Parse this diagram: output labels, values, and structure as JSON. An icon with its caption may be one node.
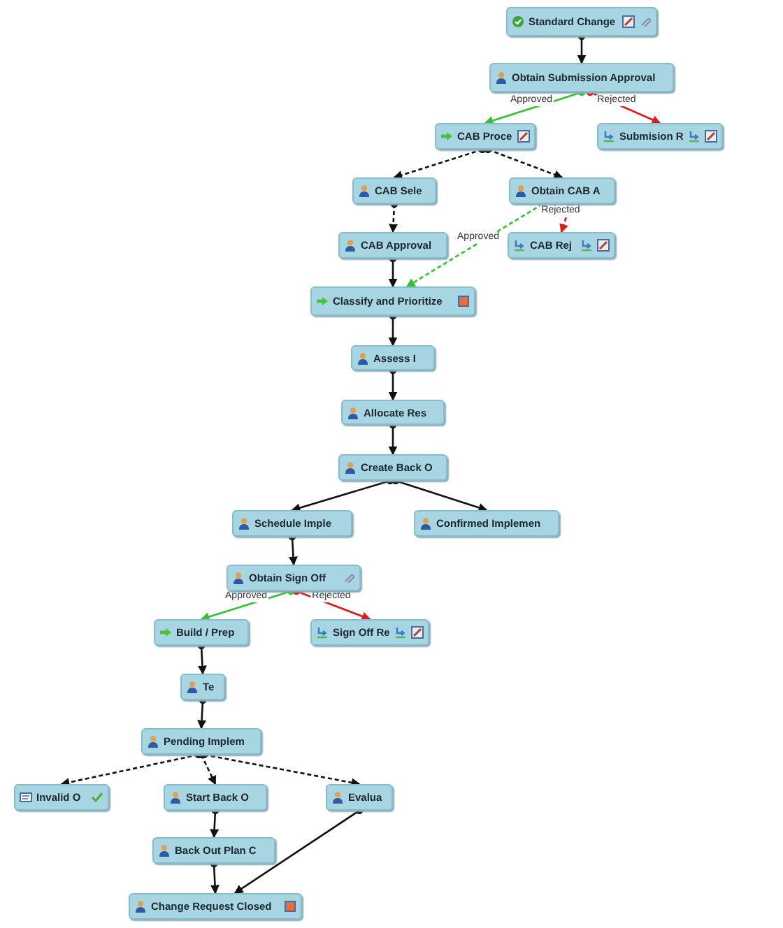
{
  "diagram": {
    "nodes": [
      {
        "text": [
          "Standard Change"
        ]
      },
      {
        "text": [
          "Obtain Submission Approval"
        ]
      },
      {
        "text": [
          "CAB Proce"
        ]
      },
      {
        "text": [
          "Submision R"
        ]
      },
      {
        "text": [
          "CAB Sele"
        ]
      },
      {
        "text": [
          "Obtain CAB A"
        ]
      },
      {
        "text": [
          "CAB Approval"
        ]
      },
      {
        "text": [
          "CAB Rej"
        ]
      },
      {
        "text": [
          "Classify and Prioritize"
        ]
      },
      {
        "text": [
          "Assess I"
        ]
      },
      {
        "text": [
          "Allocate Res"
        ]
      },
      {
        "text": [
          "Create Back O"
        ]
      },
      {
        "text": [
          "Schedule Imple"
        ]
      },
      {
        "text": [
          "Confirmed Implemen"
        ]
      },
      {
        "text": [
          "Obtain Sign Off"
        ]
      },
      {
        "text": [
          "Build / Prep"
        ]
      },
      {
        "text": [
          "Sign Off Re"
        ]
      },
      {
        "text": [
          "Te"
        ]
      },
      {
        "text": [
          "Pending Implem"
        ]
      },
      {
        "text": [
          "Invalid O"
        ]
      },
      {
        "text": [
          "Start Back O"
        ]
      },
      {
        "text": [
          "Evalua"
        ]
      },
      {
        "text": [
          "Back Out Plan C"
        ]
      },
      {
        "text": [
          "Change Request Closed"
        ]
      }
    ],
    "edges": [
      {
        "from": 0,
        "to": 1,
        "arrow": "to"
      },
      {
        "from": 1,
        "to": 2,
        "arrow": "to",
        "label": "Approved",
        "color": "#2ec52e"
      },
      {
        "from": 1,
        "to": 3,
        "arrow": "to",
        "label": "Rejected",
        "color": "#e01b1b"
      },
      {
        "from": 2,
        "to": 4,
        "arrow": "to",
        "style": "dashed"
      },
      {
        "from": 2,
        "to": 5,
        "arrow": "to",
        "style": "dashed"
      },
      {
        "from": 4,
        "to": 6,
        "arrow": "to",
        "style": "dashed"
      },
      {
        "from": 5,
        "to": 7,
        "arrow": "to",
        "label": "Rejected",
        "style": "dashed",
        "color": "#e01b1b"
      },
      {
        "from": 5,
        "to": 8,
        "arrow": "to",
        "label": "Approved",
        "style": "dashed",
        "color": "#2ec52e"
      },
      {
        "from": 6,
        "to": 8,
        "arrow": "to"
      },
      {
        "from": 8,
        "to": 9,
        "arrow": "to"
      },
      {
        "from": 9,
        "to": 10,
        "arrow": "to"
      },
      {
        "from": 10,
        "to": 11,
        "arrow": "to"
      },
      {
        "from": 11,
        "to": 12,
        "arrow": "to"
      },
      {
        "from": 11,
        "to": 13,
        "arrow": "to"
      },
      {
        "from": 12,
        "to": 14,
        "arrow": "to"
      },
      {
        "from": 14,
        "to": 15,
        "arrow": "to",
        "label": "Approved",
        "color": "#2ec52e"
      },
      {
        "from": 14,
        "to": 16,
        "arrow": "to",
        "label": "Rejected",
        "color": "#e01b1b"
      },
      {
        "from": 15,
        "to": 17,
        "arrow": "to"
      },
      {
        "from": 17,
        "to": 18,
        "arrow": "to"
      },
      {
        "from": 18,
        "to": 19,
        "arrow": "to",
        "style": "dashed"
      },
      {
        "from": 18,
        "to": 20,
        "arrow": "to",
        "style": "dashed"
      },
      {
        "from": 18,
        "to": 21,
        "arrow": "to",
        "style": "dashed"
      },
      {
        "from": 20,
        "to": 22,
        "arrow": "to"
      },
      {
        "from": 22,
        "to": 23,
        "arrow": "to"
      },
      {
        "from": 21,
        "to": 23,
        "arrow": "to"
      }
    ]
  }
}
